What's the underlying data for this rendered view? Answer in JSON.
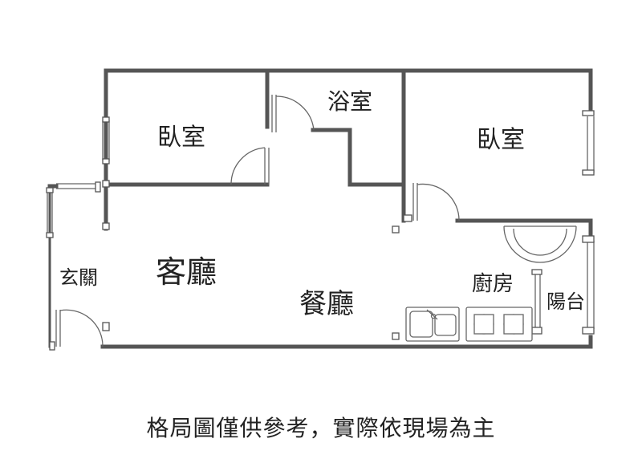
{
  "rooms": {
    "bedroom_left": "臥室",
    "bathroom": "浴室",
    "bedroom_right": "臥室",
    "living_room": "客廳",
    "entrance": "玄關",
    "dining_room": "餐廳",
    "kitchen": "廚房",
    "balcony": "陽台"
  },
  "caption": "格局圖僅供參考，實際依現場為主",
  "colors": {
    "wall": "#555555",
    "text": "#222222",
    "background": "#ffffff"
  }
}
